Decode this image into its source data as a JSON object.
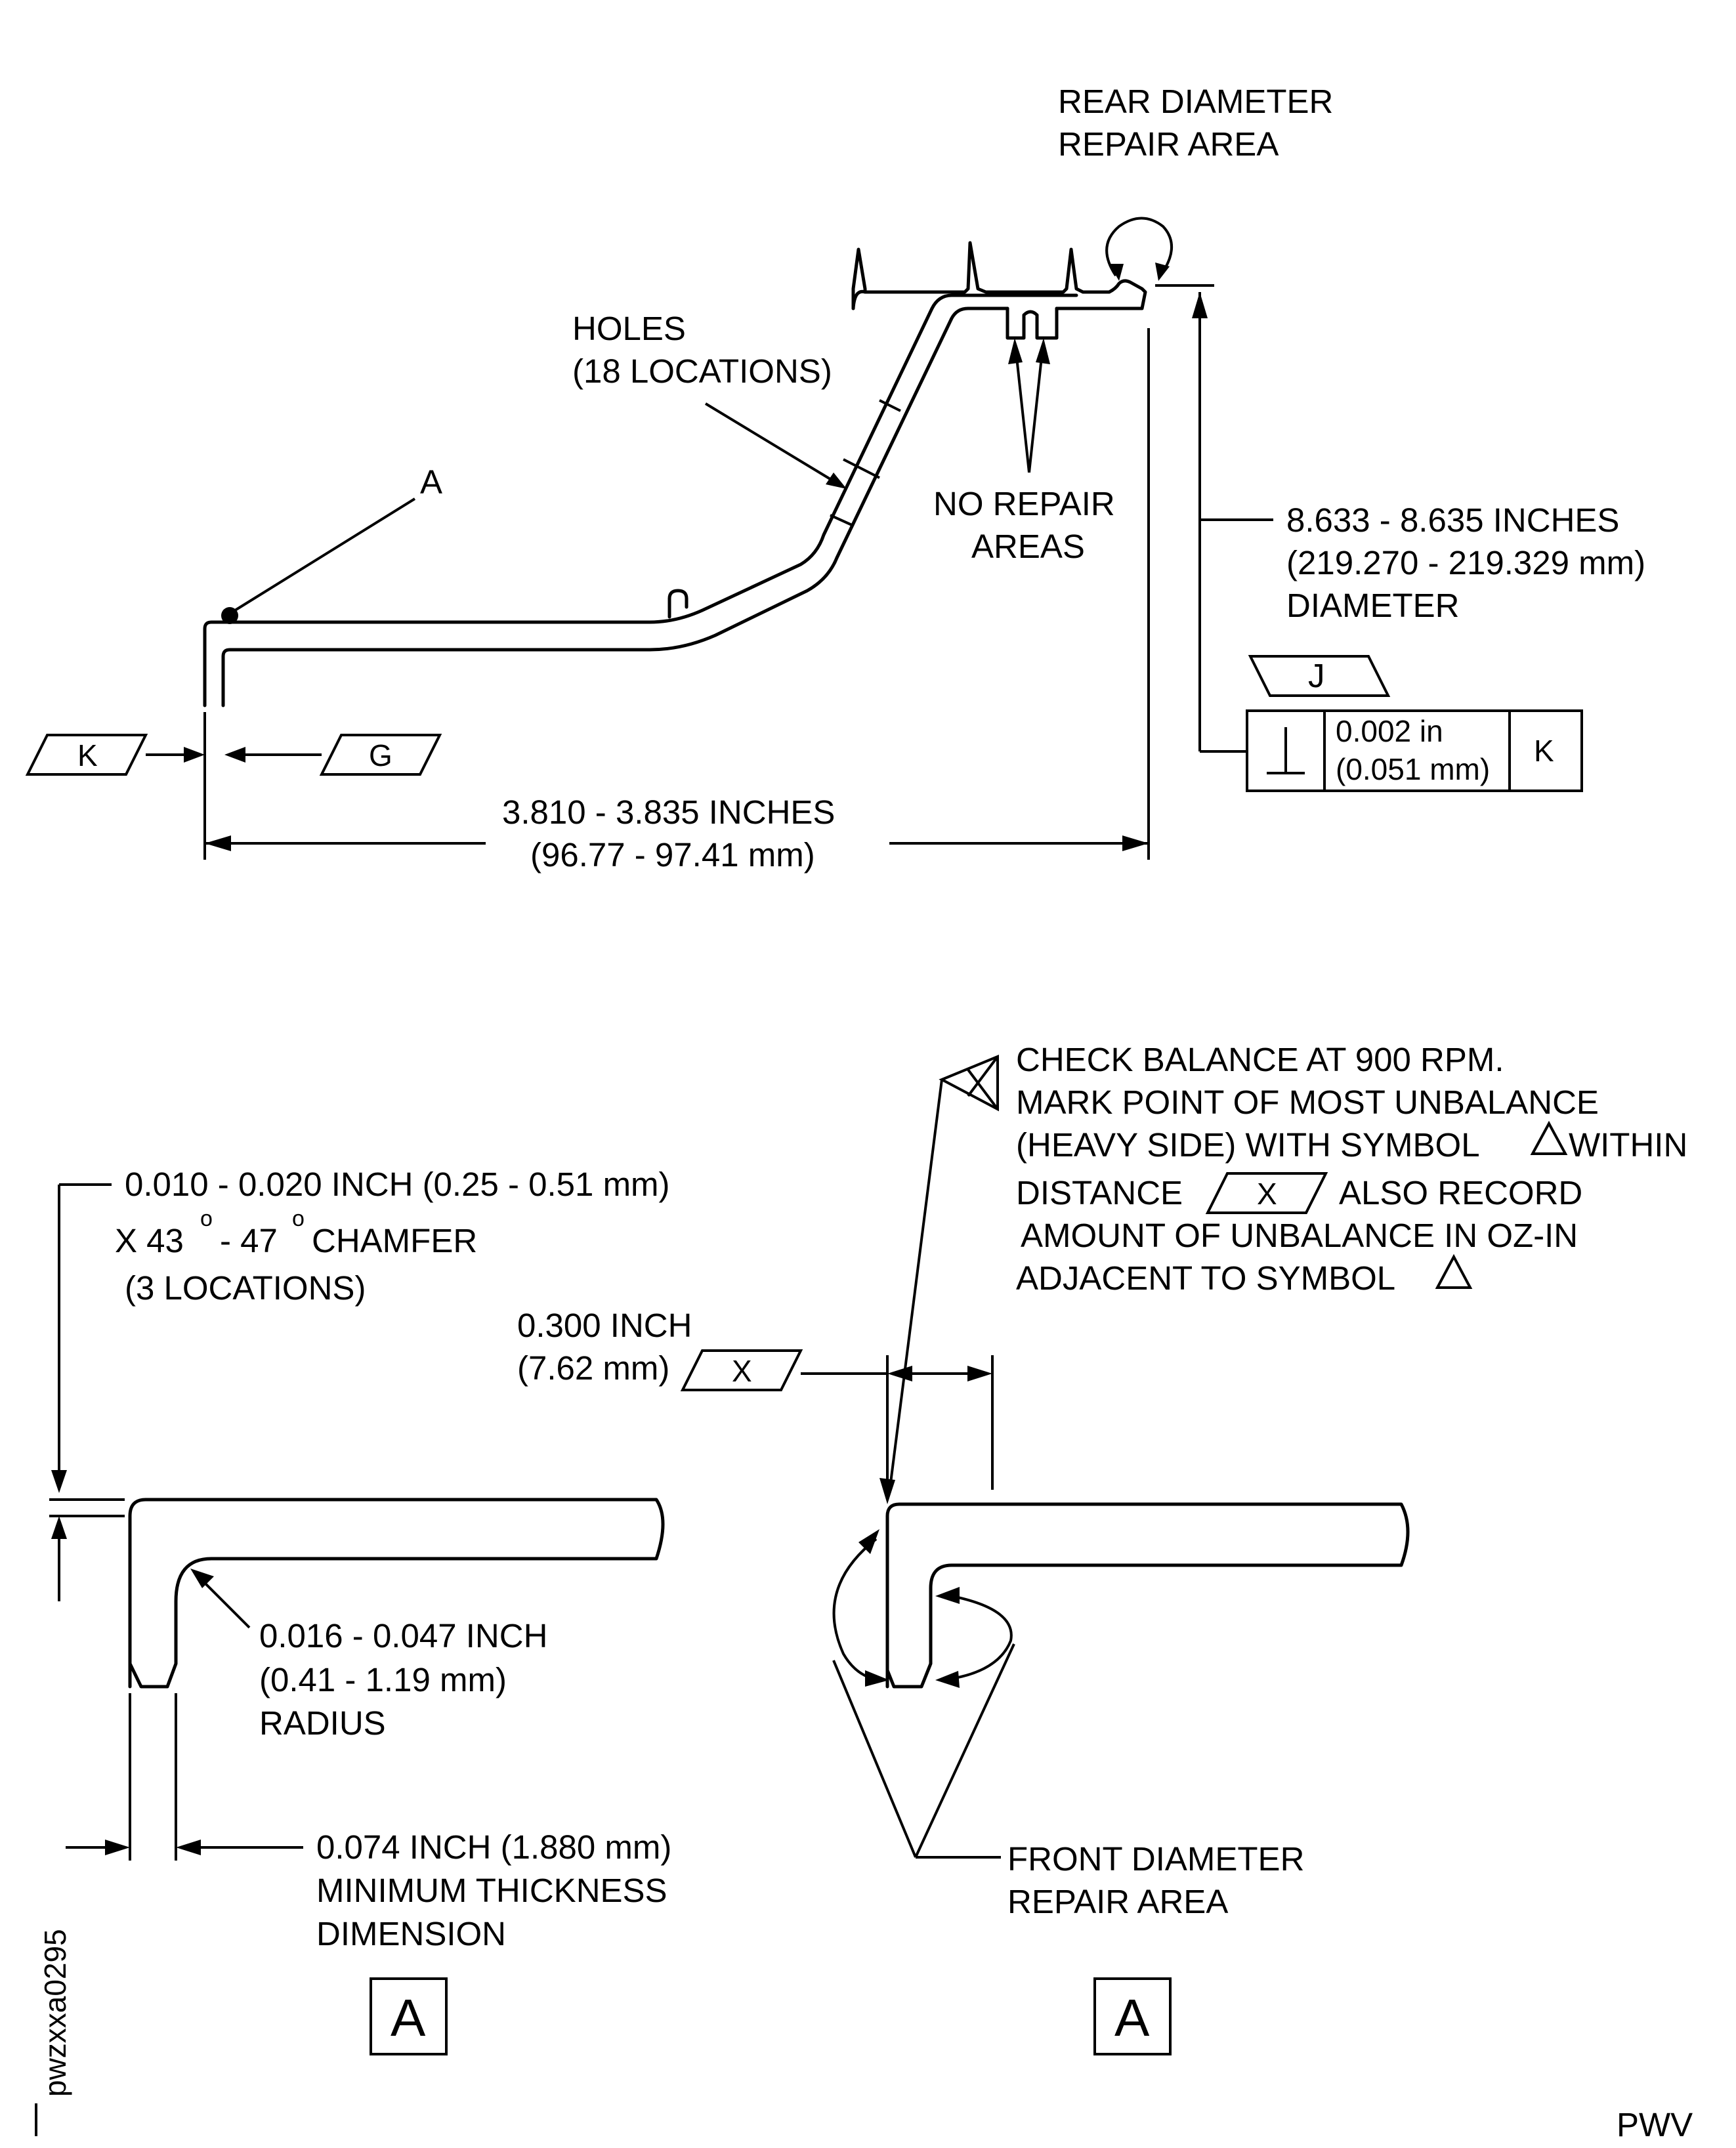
{
  "labels": {
    "rear_repair_1": "REAR DIAMETER",
    "rear_repair_2": "REPAIR AREA",
    "holes_1": "HOLES",
    "holes_2": "(18 LOCATIONS)",
    "detail_callout": "A",
    "no_repair_1": "NO REPAIR",
    "no_repair_2": "AREAS",
    "diameter_1": "8.633 - 8.635 INCHES",
    "diameter_2": "(219.270 - 219.329 mm)",
    "diameter_3": "DIAMETER",
    "datum_j": "J",
    "datum_k": "K",
    "datum_g": "G",
    "fcf_tol_1": "0.002 in",
    "fcf_tol_2": "(0.051 mm)",
    "fcf_datum": "K",
    "length_1": "3.810 - 3.835 INCHES",
    "length_2": "(96.77 - 97.41 mm)",
    "chamfer_1": "0.010 - 0.020 INCH (0.25 - 0.51 mm)",
    "chamfer_2a": "X 43",
    "chamfer_deg": "o",
    "chamfer_2b": "- 47",
    "chamfer_2c": " CHAMFER",
    "chamfer_3": "(3 LOCATIONS)",
    "radius_1": "0.016 - 0.047 INCH",
    "radius_2": "(0.41 - 1.19 mm)",
    "radius_3": "RADIUS",
    "thickness_1": "0.074 INCH (1.880 mm)",
    "thickness_2": "MINIMUM THICKNESS",
    "thickness_3": "DIMENSION",
    "balance_1": "CHECK BALANCE AT 900 RPM.",
    "balance_2": "MARK POINT OF MOST UNBALANCE",
    "balance_3": "(HEAVY SIDE) WITH SYMBOL",
    "balance_3b": "WITHIN",
    "balance_4": "DISTANCE",
    "balance_4b": "ALSO RECORD",
    "balance_5": "AMOUNT OF UNBALANCE IN OZ-IN",
    "balance_6": "ADJACENT TO SYMBOL",
    "datum_x": "X",
    "distance_1": "0.300 INCH",
    "distance_2": "(7.62 mm)",
    "front_repair_1": "FRONT DIAMETER",
    "front_repair_2": "REPAIR AREA",
    "view_label_left": "A",
    "view_label_right": "A",
    "figure_id": "pwzxxa0295",
    "code": "PWV"
  }
}
